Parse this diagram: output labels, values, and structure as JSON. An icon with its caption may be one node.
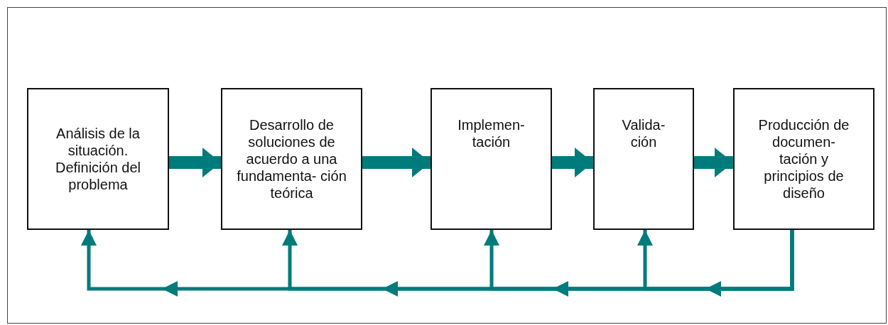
{
  "diagram": {
    "nodes": [
      {
        "text": [
          "Análisis de la situación. Definición del problema"
        ]
      },
      {
        "text": [
          "Desarrollo de soluciones de acuerdo a una fundamenta- ción teórica"
        ]
      },
      {
        "text": [
          "Implemen- tación"
        ]
      },
      {
        "text": [
          "Valida- ción"
        ]
      },
      {
        "text": [
          "Producción de documen- tación y principios de diseño"
        ]
      }
    ],
    "edges": [
      {
        "from": 0,
        "to": 1,
        "arrow": "to",
        "style": "thick"
      },
      {
        "from": 1,
        "to": 2,
        "arrow": "to",
        "style": "thick"
      },
      {
        "from": 2,
        "to": 3,
        "arrow": "to",
        "style": "thick"
      },
      {
        "from": 3,
        "to": 4,
        "arrow": "to",
        "style": "thick"
      },
      {
        "from": 4,
        "to": 3,
        "arrow": "to"
      },
      {
        "from": 4,
        "to": 2,
        "arrow": "to"
      },
      {
        "from": 4,
        "to": 1,
        "arrow": "to"
      },
      {
        "from": 4,
        "to": 0,
        "arrow": "to"
      }
    ]
  }
}
